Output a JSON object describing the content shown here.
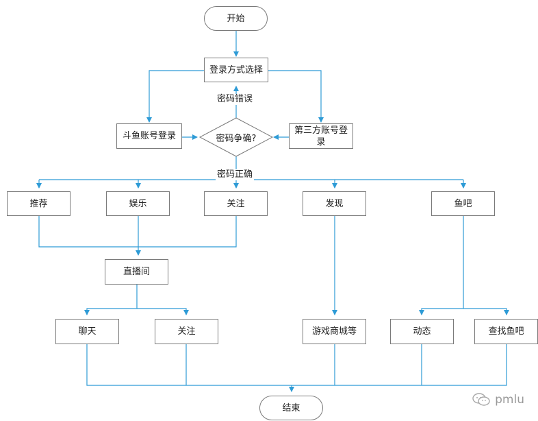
{
  "nodes": {
    "start": "开始",
    "login_select": "登录方式选择",
    "douyu_login": "斗鱼账号登录",
    "password_check": "密码争确?",
    "third_party_login": "第三方账号登录",
    "recommend": "推荐",
    "entertainment": "娱乐",
    "follow_top": "关注",
    "discover": "发现",
    "fish_bar": "鱼吧",
    "live_room": "直播间",
    "chat": "聊天",
    "follow_bottom": "关注",
    "game_mall": "游戏商城等",
    "activity": "动态",
    "find_fish_bar": "查找鱼吧",
    "end": "结束"
  },
  "edge_labels": {
    "password_wrong": "密码错误",
    "password_right": "密码正确"
  },
  "watermark": {
    "text": "pmlu",
    "icon": "wechat-icon"
  },
  "colors": {
    "line": "#2e9bd6",
    "border": "#7a7a7a"
  }
}
